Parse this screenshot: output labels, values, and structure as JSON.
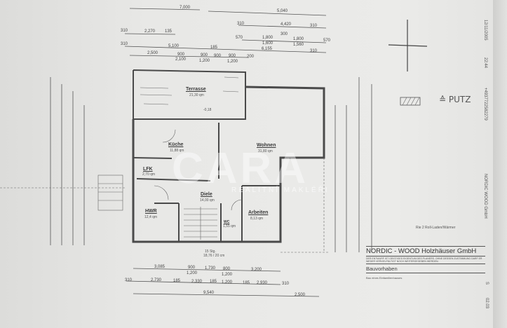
{
  "fax_header": {
    "date": "12/11/2005",
    "time": "22:44",
    "phone": "+4937722582279",
    "sender": "NORDIC WOOD GmbH"
  },
  "title_block": {
    "company": "NORDIC - WOOD Holzhäuser GmbH",
    "fine_print": "DER ENTWURF IST GEISTIGES EIGENTUM DES PLANERS. OHNE DESSEN ZUSTIMMUNG DARF ER WEDER VERVIELFÄLTIGT NOCH WEITERGEGEBEN WERDEN.",
    "project_label": "Bauvorhaben",
    "project_desc": "Bau eines Einfamilienhauses",
    "sheet_no": "S",
    "sheet_code": "02.03"
  },
  "legend": {
    "putz_label": "≙ PUTZ"
  },
  "note": "Rie 2 Roll-Laden/Wärmer",
  "rooms": [
    {
      "name": "Terrasse",
      "area": "21,30 qm"
    },
    {
      "name": "Küche",
      "area": "11,88 qm"
    },
    {
      "name": "Wohnen",
      "area": "31,80 qm"
    },
    {
      "name": "LFK",
      "area": "2,70 qm"
    },
    {
      "name": "Diele",
      "area": "14,00 qm"
    },
    {
      "name": "HWR",
      "area": "12,4 qm"
    },
    {
      "name": "Arbeiten",
      "area": "8,13 qm"
    },
    {
      "name": "WC",
      "area": "1,55 qm"
    }
  ],
  "stairs": {
    "label": "15 Stg.",
    "size": "18,76 / 20 cm"
  },
  "level": "-0,18",
  "dims_top": [
    "7,000",
    "5,040",
    "310",
    "4,420",
    "310",
    "310",
    "2,270",
    "135",
    "570",
    "1,800",
    "1,600",
    "300",
    "1,800",
    "1,560",
    "570",
    "310",
    "5,100",
    "185",
    "6,155",
    "310",
    "2,500",
    "900",
    "2,100",
    "900",
    "1,200",
    "900",
    "900",
    "1,200",
    "200"
  ],
  "dims_bottom": [
    "3,085",
    "900",
    "1,200",
    "1,730",
    "800",
    "1,200",
    "3,200",
    "310",
    "2,730",
    "185",
    "2,330",
    "185",
    "1,200",
    "185",
    "2,930",
    "310",
    "9,540",
    "2,500"
  ],
  "watermark": {
    "brand": "CARA",
    "sub": "REALITNÍ MAKLÉŘI"
  }
}
